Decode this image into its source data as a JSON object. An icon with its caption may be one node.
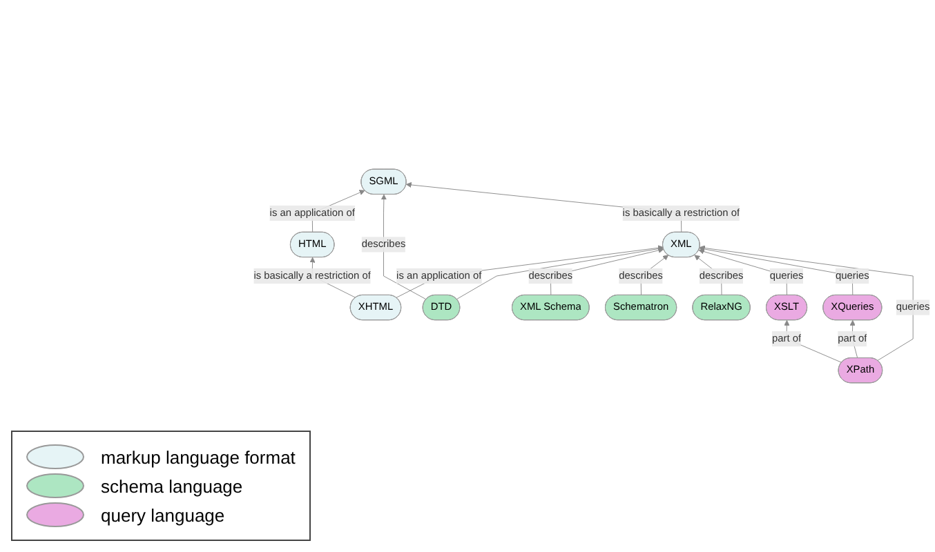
{
  "diagram": {
    "nodes": [
      {
        "text": [
          "HTML"
        ]
      },
      {
        "text": [
          "SGML"
        ]
      },
      {
        "text": [
          "DTD"
        ]
      },
      {
        "text": [
          "XML Schema"
        ]
      },
      {
        "text": [
          "Schematron"
        ]
      },
      {
        "text": [
          "XHTML"
        ]
      },
      {
        "text": [
          "XML"
        ]
      },
      {
        "text": [
          "RelaxNG"
        ]
      },
      {
        "text": [
          "XSLT"
        ]
      },
      {
        "text": [
          "XQueries"
        ]
      },
      {
        "text": [
          "XPath"
        ]
      }
    ],
    "edges": [
      {
        "from": 0,
        "to": 1,
        "arrow": "to",
        "label": "is an application of"
      },
      {
        "from": 2,
        "to": 1,
        "arrow": "to",
        "label": "describes"
      },
      {
        "from": 5,
        "to": 0,
        "arrow": "to",
        "label": "is basically a restriction of"
      },
      {
        "from": 6,
        "to": 1,
        "arrow": "to",
        "label": "is basically a restriction of"
      },
      {
        "from": 5,
        "to": 6,
        "arrow": "to",
        "label": "is an application of"
      },
      {
        "from": 2,
        "to": 6,
        "arrow": "to"
      },
      {
        "from": 3,
        "to": 6,
        "arrow": "to",
        "label": "describes"
      },
      {
        "from": 4,
        "to": 6,
        "arrow": "to",
        "label": "describes"
      },
      {
        "from": 7,
        "to": 6,
        "arrow": "to",
        "label": "describes"
      },
      {
        "from": 8,
        "to": 6,
        "arrow": "to",
        "label": "queries"
      },
      {
        "from": 9,
        "to": 6,
        "arrow": "to",
        "label": "queries"
      },
      {
        "from": 10,
        "to": 6,
        "arrow": "to",
        "label": "queries"
      },
      {
        "from": 10,
        "to": 9,
        "arrow": "to",
        "label": "part of"
      },
      {
        "from": 10,
        "to": 8,
        "arrow": "to",
        "label": "part of"
      }
    ],
    "legend": [
      {
        "text": "markup language format",
        "color": "#e6f4f6"
      },
      {
        "text": "schema language",
        "color": "#ade6c2"
      },
      {
        "text": "query language",
        "color": "#eaaae2"
      }
    ]
  }
}
